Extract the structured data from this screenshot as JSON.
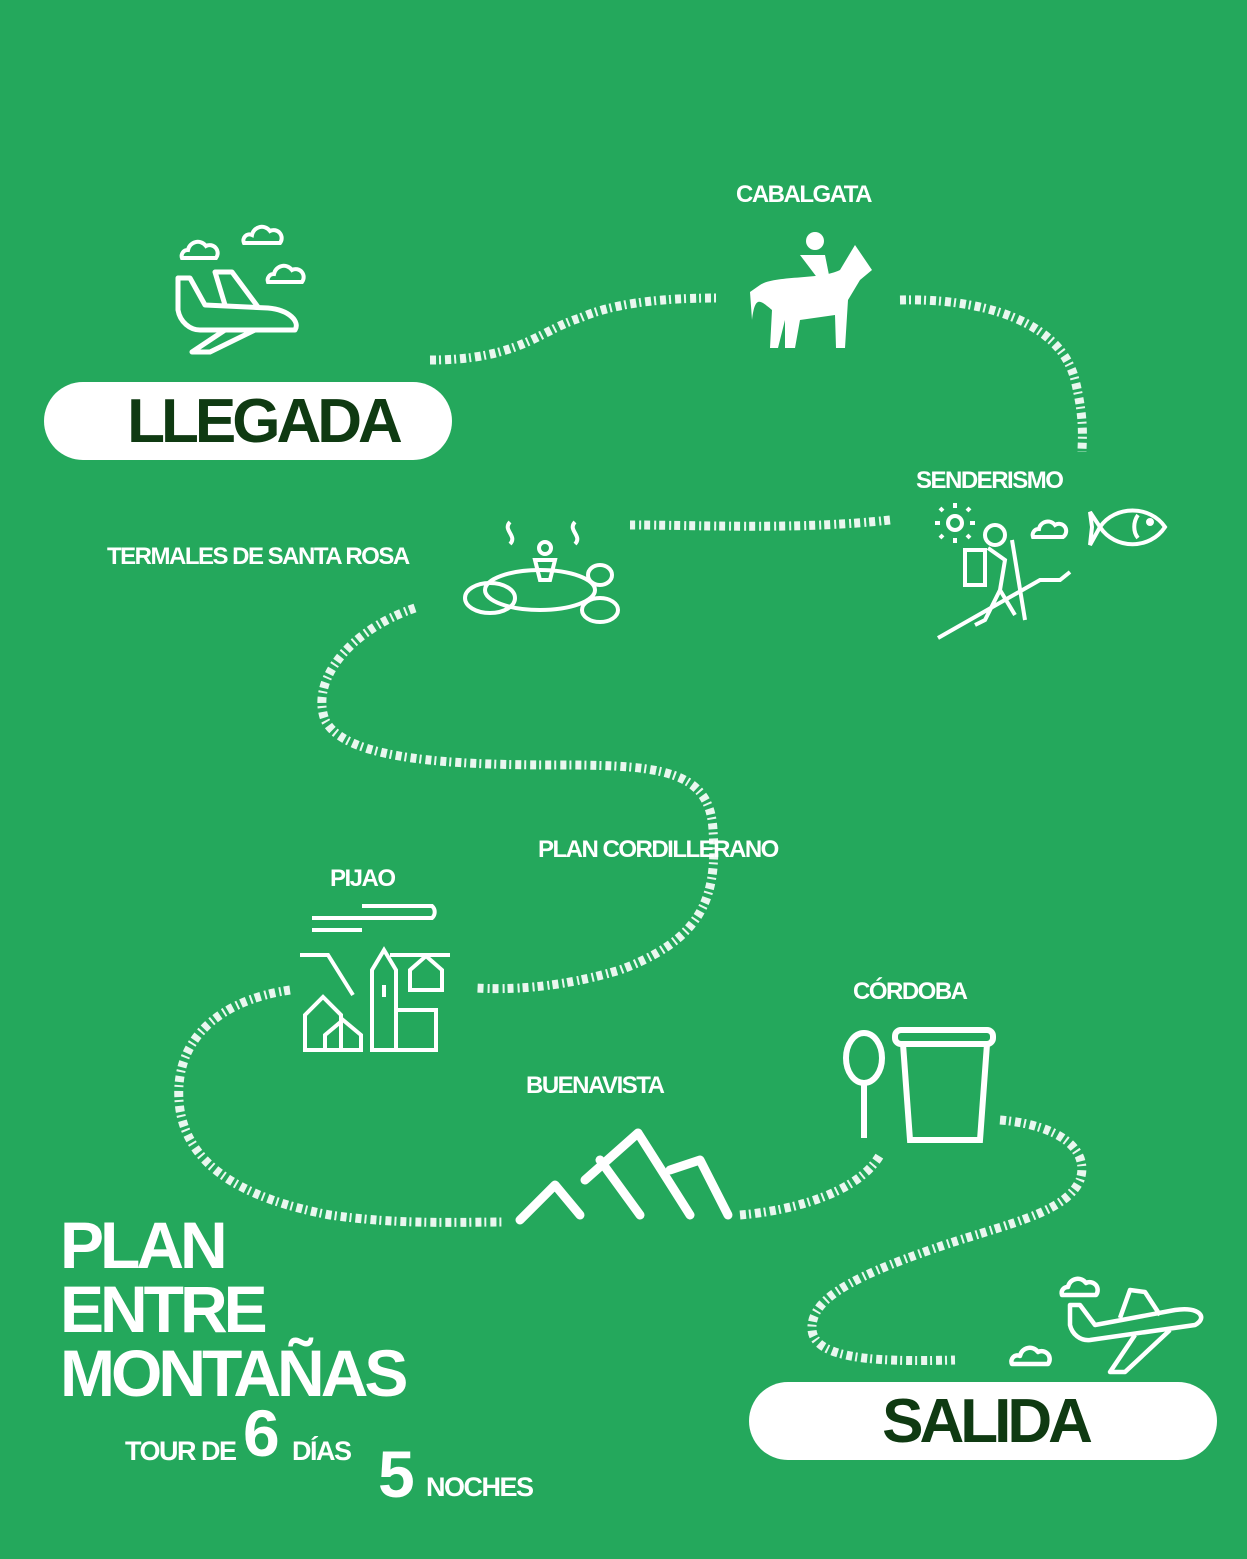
{
  "colors": {
    "background": "#24a85c",
    "pill_text": "#0f3a12",
    "foreground": "#ffffff"
  },
  "start_label": "LLEGADA",
  "end_label": "SALIDA",
  "stops": [
    {
      "name": "CABALGATA",
      "icon": "horse-rider-icon"
    },
    {
      "name": "SENDERISMO",
      "icon": "hiker-icon"
    },
    {
      "name": "TERMALES DE SANTA ROSA",
      "icon": "hot-spring-icon"
    },
    {
      "name": "PLAN CORDILLERANO",
      "icon": ""
    },
    {
      "name": "PIJAO",
      "icon": "village-icon"
    },
    {
      "name": "BUENAVISTA",
      "icon": "mountains-icon"
    },
    {
      "name": "CÓRDOBA",
      "icon": "cup-spoon-icon"
    }
  ],
  "title": {
    "line1": "PLAN",
    "line2": "ENTRE",
    "line3": "MONTAÑAS"
  },
  "tour": {
    "prefix": "TOUR DE",
    "days_number": "6",
    "days_label": "DÍAS",
    "nights_number": "5",
    "nights_label": "NOCHES"
  }
}
